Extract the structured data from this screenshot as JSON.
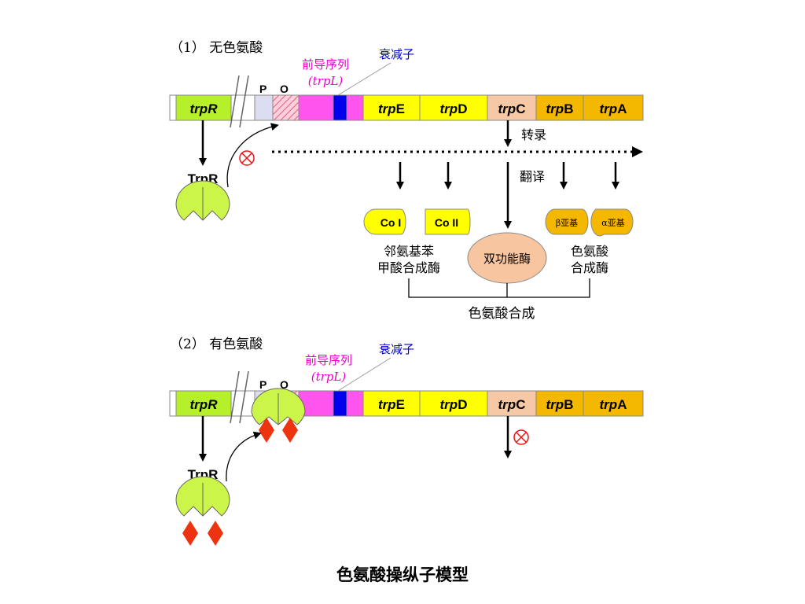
{
  "colors": {
    "trpR": "#B5F02B",
    "promoter": "#DDDDF2",
    "leader": "#FF55EE",
    "attenuator": "#0000EE",
    "trpE": "#FFFF00",
    "trpD": "#FFFF00",
    "trpC": "#F7C8A6",
    "trpB": "#F5B800",
    "trpA": "#F5B800",
    "repressor": "#CCF54A",
    "tryptophan": "#EE3311",
    "leader_label": "#EE00CC",
    "attenuator_label": "#0000CC",
    "enzyme": "#F7C6A0"
  },
  "icons": {
    "block": "circle-x-icon",
    "tryptophan": "red-diamond-icon",
    "repressor": "repressor-protein-icon"
  },
  "panel1": {
    "heading": "（1） 无色氨酸",
    "leader_label": "前导序列",
    "leader_gene": "(trpL)",
    "attenuator_label": "衰减子",
    "genes": {
      "trpR": {
        "italic": "trp",
        "cap": "R"
      },
      "P": "P",
      "O": "O",
      "trpE": {
        "italic": "trp",
        "cap": "E"
      },
      "trpD": {
        "italic": "trp",
        "cap": "D"
      },
      "trpC": {
        "italic": "trp",
        "cap": "C"
      },
      "trpB": {
        "italic": "trp",
        "cap": "B"
      },
      "trpA": {
        "italic": "trp",
        "cap": "A"
      }
    },
    "repressor_label": "TrpR",
    "transcription": "转录",
    "translation": "翻译",
    "products": {
      "coI": "Co I",
      "coII": "Co II",
      "beta": "β亚基",
      "alpha": "α亚基",
      "bifunctional": "双功能酶",
      "anthranilate_1": "邻氨基苯",
      "anthranilate_2": "甲酸合成酶",
      "trp_synthase_1": "色氨酸",
      "trp_synthase_2": "合成酶",
      "synthesis": "色氨酸合成"
    }
  },
  "panel2": {
    "heading": "（2） 有色氨酸",
    "leader_label": "前导序列",
    "leader_gene": "(trpL)",
    "attenuator_label": "衰减子",
    "genes": {
      "trpR": {
        "italic": "trp",
        "cap": "R"
      },
      "P": "P",
      "O": "O",
      "trpE": {
        "italic": "trp",
        "cap": "E"
      },
      "trpD": {
        "italic": "trp",
        "cap": "D"
      },
      "trpC": {
        "italic": "trp",
        "cap": "C"
      },
      "trpB": {
        "italic": "trp",
        "cap": "B"
      },
      "trpA": {
        "italic": "trp",
        "cap": "A"
      }
    },
    "repressor_label": "TrpR"
  },
  "caption": "色氨酸操纵子模型"
}
